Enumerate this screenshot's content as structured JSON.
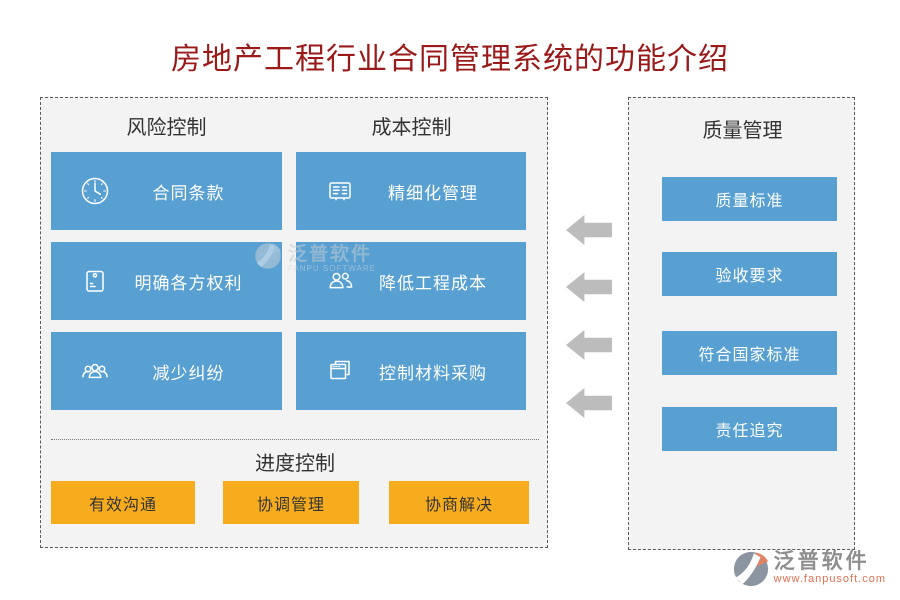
{
  "title": "房地产工程行业合同管理系统的功能介绍",
  "colors": {
    "title_red": "#9a1a1a",
    "box_blue": "#58a0d2",
    "box_orange": "#f6ac1d",
    "panel_bg": "#f3f3f3",
    "arrow_gray": "#bcbcbc"
  },
  "left_panel": {
    "columns": [
      {
        "header": "风险控制",
        "items": [
          {
            "icon": "clock-icon",
            "label": "合同条款"
          },
          {
            "icon": "document-icon",
            "label": "明确各方权利"
          },
          {
            "icon": "users-group-icon",
            "label": "减少纠纷"
          }
        ]
      },
      {
        "header": "成本控制",
        "items": [
          {
            "icon": "list-card-icon",
            "label": "精细化管理"
          },
          {
            "icon": "two-users-icon",
            "label": "降低工程成本"
          },
          {
            "icon": "stacked-windows-icon",
            "label": "控制材料采购"
          }
        ]
      }
    ],
    "progress": {
      "header": "进度控制",
      "items": [
        {
          "label": "有效沟通"
        },
        {
          "label": "协调管理"
        },
        {
          "label": "协商解决"
        }
      ]
    }
  },
  "arrows": {
    "count": 4,
    "direction": "left"
  },
  "right_panel": {
    "header": "质量管理",
    "items": [
      {
        "label": "质量标准"
      },
      {
        "label": "验收要求"
      },
      {
        "label": "符合国家标准"
      },
      {
        "label": "责任追究"
      }
    ]
  },
  "watermark": {
    "text": "泛普软件",
    "subtext": "FANPU SOFTWARE"
  },
  "logo": {
    "name": "泛普软件",
    "url": "www.fanpusoft.com"
  }
}
